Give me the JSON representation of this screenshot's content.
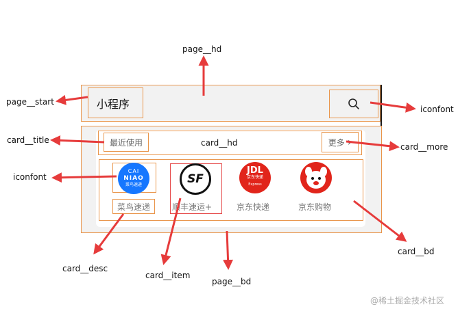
{
  "app": {
    "title": "小程序"
  },
  "card": {
    "title": "最近使用",
    "header_label": "card__hd",
    "more_label": "更多",
    "more_chevron": "›",
    "items": [
      {
        "label": "菜鸟速递",
        "logo": "cainiao-logo",
        "logo_text_top": "CAI",
        "logo_text_mid": "NIAO",
        "logo_text_bottom": "菜鸟速递",
        "color": "#1677ff"
      },
      {
        "label": "顺丰速运+",
        "logo": "sf-logo",
        "logo_text": "SF",
        "color": "#111111"
      },
      {
        "label": "京东快递",
        "logo": "jdl-logo",
        "logo_text": "JDL",
        "logo_sub": "京东快递",
        "logo_sub2": "Express",
        "color": "#e1251b"
      },
      {
        "label": "京东购物",
        "logo": "jd-shopping-logo",
        "color": "#e1251b"
      }
    ]
  },
  "annotations": {
    "page_hd": "page__hd",
    "page_start": "page__start",
    "iconfont_top": "iconfont",
    "card_title": "card__title",
    "card_more": "card__more",
    "iconfont_left": "iconfont",
    "card_bd": "card__bd",
    "card_desc": "card__desc",
    "card_item": "card__item",
    "page_bd": "page__bd"
  },
  "watermark": "@稀土掘金技术社区",
  "colors": {
    "outline": "#e9954a",
    "arrow": "#e63b3b",
    "background": "#f2f2f2"
  },
  "icons": {
    "search": "search-icon"
  }
}
